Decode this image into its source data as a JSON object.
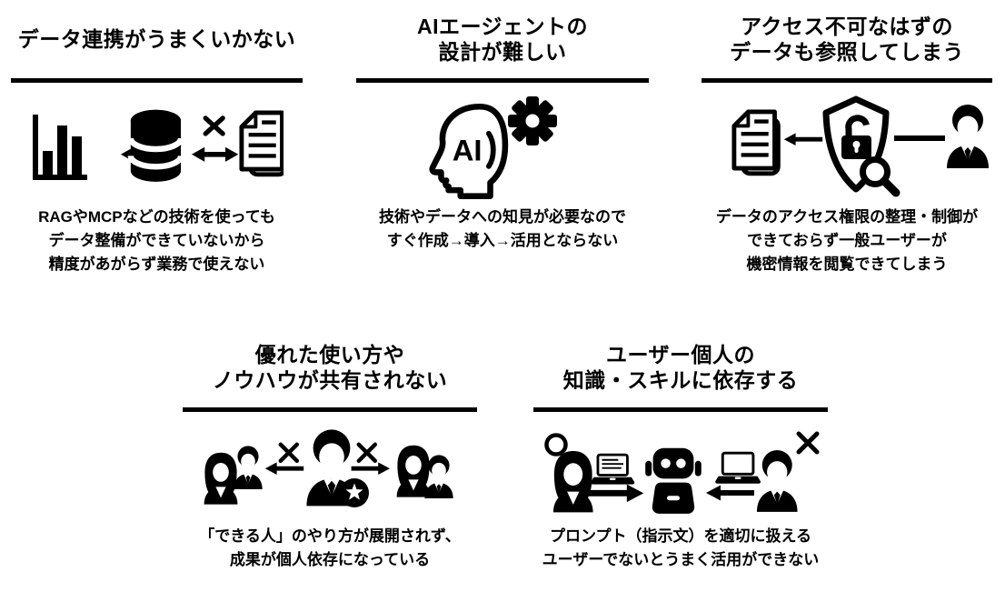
{
  "page": {
    "background": "#ffffff",
    "ink": "#000000"
  },
  "icons": {
    "ai_label": "AI"
  },
  "panels": [
    {
      "id": "data-linkage",
      "title_lines": [
        "データ連携がうまくいかない"
      ],
      "desc_lines": [
        "RAGやMCPなどの技術を使っても",
        "データ整備ができていないから",
        "精度があがらず業務で使えない"
      ],
      "icon_names": [
        "bar-chart-icon",
        "x-both-arrow-icon",
        "database-icon",
        "x-both-arrow-icon",
        "documents-icon"
      ]
    },
    {
      "id": "ai-agent-design",
      "title_lines": [
        "AIエージェントの",
        "設計が難しい"
      ],
      "desc_lines": [
        "技術やデータへの知見が必要なので",
        "すぐ作成→導入→活用とならない"
      ],
      "icon_names": [
        "ai-head-icon",
        "gear-icon"
      ]
    },
    {
      "id": "uncontrolled-access",
      "title_lines": [
        "アクセス不可なはずの",
        "データも参照してしまう"
      ],
      "desc_lines": [
        "データのアクセス権限の整理・制御が",
        "できておらず一般ユーザーが",
        "機密情報を閲覧できてしまう"
      ],
      "icon_names": [
        "documents-icon",
        "left-arrow-icon",
        "shield-unlocked-icon",
        "magnifier-icon",
        "person-icon"
      ]
    },
    {
      "id": "knowhow-not-shared",
      "title_lines": [
        "優れた使い方や",
        "ノウハウが共有されない"
      ],
      "desc_lines": [
        "「できる人」のやり方が展開されず、",
        "成果が個人依存になっている"
      ],
      "icon_names": [
        "people-group-icon",
        "x-mark-icon",
        "left-arrow-icon",
        "expert-person-icon",
        "star-badge-icon",
        "right-arrow-icon",
        "people-group-icon"
      ]
    },
    {
      "id": "individual-skill-dependency",
      "title_lines": [
        "ユーザー個人の",
        "知識・スキルに依存する"
      ],
      "desc_lines": [
        "プロンプト（指示文）を適切に扱える",
        "ユーザーでないとうまく活用ができない"
      ],
      "icon_names": [
        "circle-mark-icon",
        "woman-icon",
        "laptop-icon",
        "right-arrow-icon",
        "robot-icon",
        "left-arrow-icon",
        "laptop-icon",
        "person-icon",
        "x-mark-icon"
      ]
    }
  ]
}
